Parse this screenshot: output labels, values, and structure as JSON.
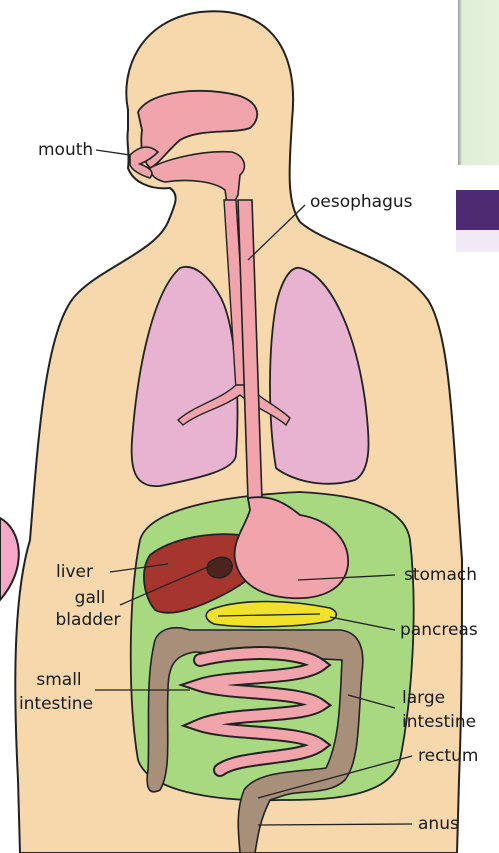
{
  "diagram": {
    "labels": {
      "mouth": "mouth",
      "oesophagus": "oesophagus",
      "liver": "liver",
      "gall_bladder_1": "gall",
      "gall_bladder_2": "bladder",
      "stomach": "stomach",
      "pancreas": "pancreas",
      "small_intestine_1": "small",
      "small_intestine_2": "intestine",
      "large_intestine_1": "large",
      "large_intestine_2": "intestine",
      "rectum": "rectum",
      "anus": "anus"
    }
  },
  "colors": {
    "skin": "#f6d8ac",
    "outline": "#222222",
    "tract_pink": "#f2a4ad",
    "lungs": "#e8b3d1",
    "abdomen_green": "#a8d87f",
    "liver": "#a6362d",
    "pancreas": "#f0e22a",
    "large_intestine": "#a88f79",
    "background_panel": "#e2f2d8",
    "purple_bar": "#4e2a73"
  }
}
